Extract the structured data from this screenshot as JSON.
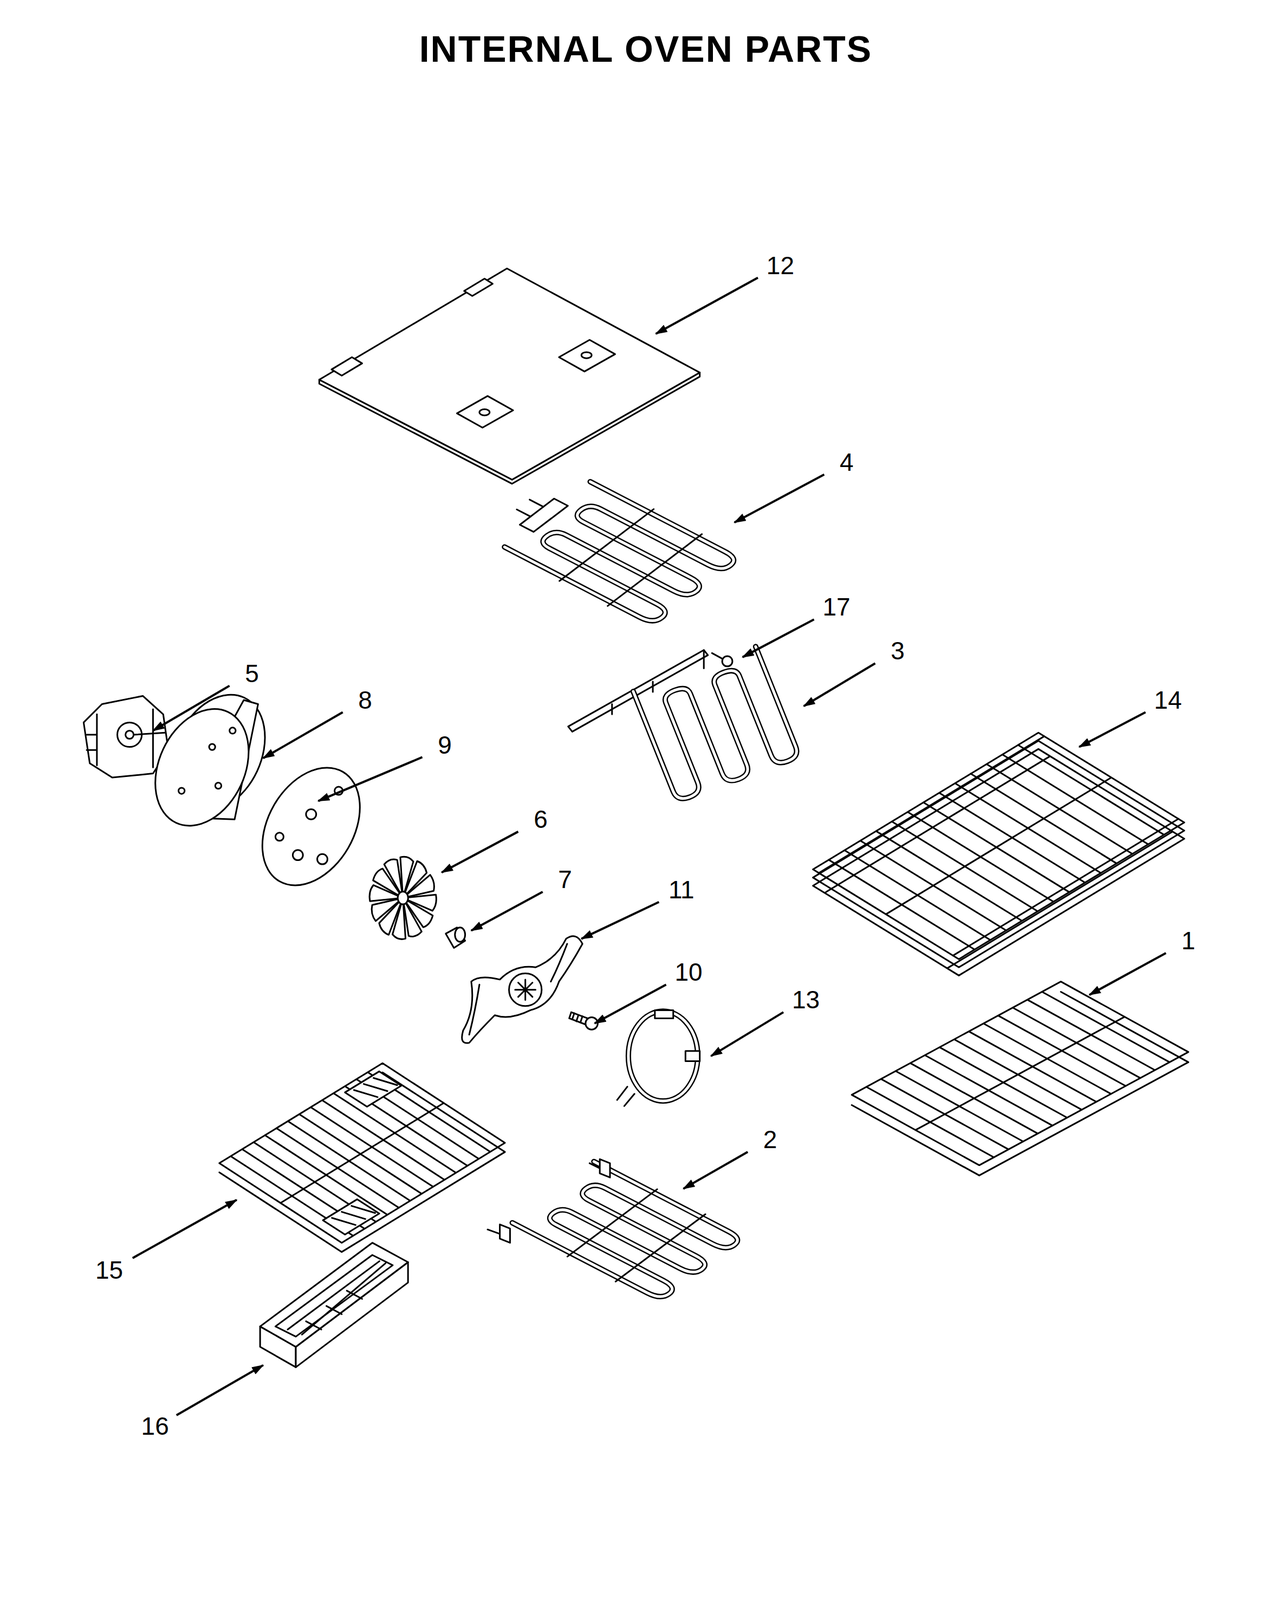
{
  "diagram": {
    "title": "INTERNAL OVEN PARTS",
    "labels": [
      "12",
      "4",
      "17",
      "3",
      "5",
      "8",
      "14",
      "9",
      "6",
      "7",
      "11",
      "1",
      "10",
      "13",
      "2",
      "15",
      "16"
    ]
  }
}
